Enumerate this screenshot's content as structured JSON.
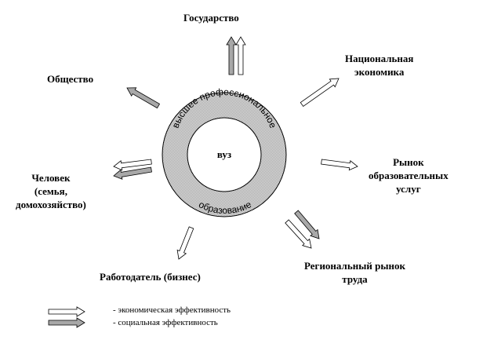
{
  "center": {
    "inner": "вуз",
    "ring_top": "высшее профессиональное",
    "ring_bottom": "образование"
  },
  "nodes": {
    "state": "Государство",
    "national_economy": [
      "Национальная",
      "экономика"
    ],
    "edu_market": [
      "Рынок",
      "образовательных",
      "услуг"
    ],
    "regional_labor": [
      "Региональный рынок",
      "труда"
    ],
    "employer": "Работодатель (бизнес)",
    "person": [
      "Человек",
      "(семья,",
      "домохозяйство)"
    ],
    "society": "Общество"
  },
  "legend": {
    "economic": "- экономическая эффективность",
    "social": "- социальная эффективность"
  },
  "colors": {
    "ring": "#c8c8c8",
    "social_arrow": "#a8a8a8",
    "economic_arrow": "#ffffff"
  }
}
